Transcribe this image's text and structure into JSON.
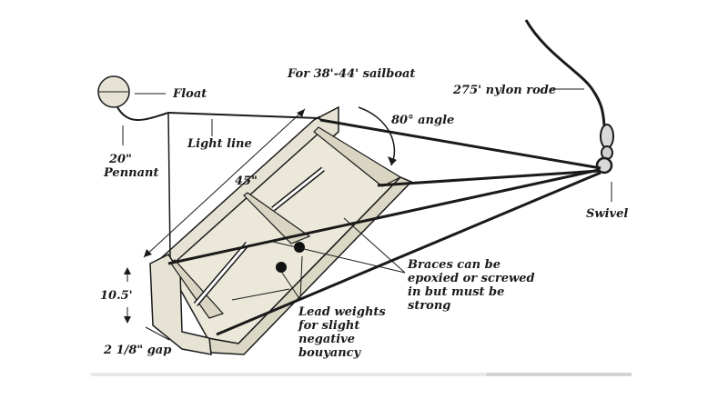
{
  "labels": {
    "float": "Float",
    "pennant_length": "20\"",
    "pennant": "Pennant",
    "light_line": "Light line",
    "boat_size": "For 38'-44' sailboat",
    "angle": "80° angle",
    "rode": "275' nylon rode",
    "length": "45\"",
    "swivel": "Swivel",
    "height": "10.5'",
    "braces": "Braces can be epoxied or screwed in but must be strong",
    "weights": "Lead weights for slight negative bouyancy",
    "gap": "2 1/8\" gap"
  },
  "colors": {
    "board": "#e6e3d4",
    "line": "#1a1a1a",
    "background": "#ffffff"
  }
}
